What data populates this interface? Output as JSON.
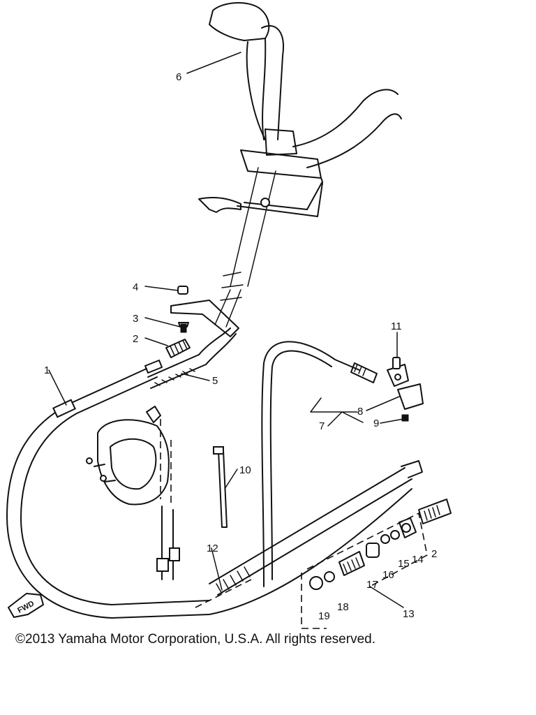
{
  "callouts": {
    "c1": "1",
    "c2": "2",
    "c3": "3",
    "c4": "4",
    "c5": "5",
    "c6": "6",
    "c7": "7",
    "c8": "8",
    "c9": "9",
    "c10": "10",
    "c11": "11",
    "c12": "12",
    "c13": "13",
    "c14": "14",
    "c15": "15",
    "c16": "16",
    "c17": "17",
    "c18": "18",
    "c19": "19",
    "c2b": "2"
  },
  "fwd_label": "FWD",
  "copyright": "©2013 Yamaha Motor Corporation, U.S.A. All rights reserved."
}
